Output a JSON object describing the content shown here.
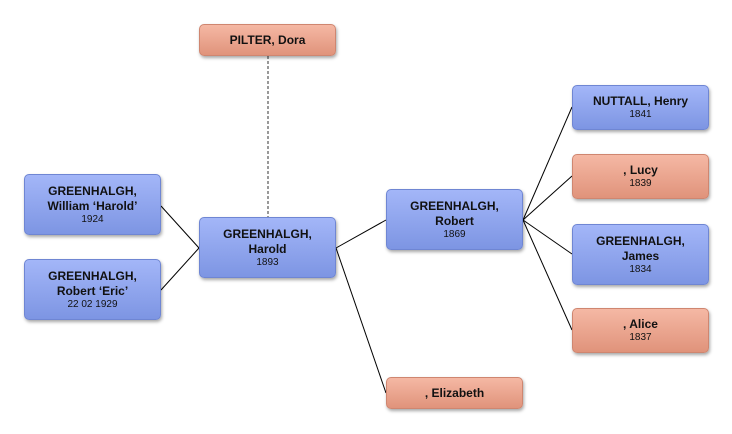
{
  "tree": {
    "spouse": {
      "name": "PILTER, Dora"
    },
    "children": [
      {
        "name_line1": "GREENHALGH,",
        "name_line2": "William ‘Harold’",
        "date": "1924"
      },
      {
        "name_line1": "GREENHALGH,",
        "name_line2": "Robert ‘Eric’",
        "date": "22 02 1929"
      }
    ],
    "subject": {
      "name_line1": "GREENHALGH,",
      "name_line2": "Harold",
      "date": "1893"
    },
    "parents": [
      {
        "name_line1": "GREENHALGH,",
        "name_line2": "Robert",
        "date": "1869"
      },
      {
        "name": ", Elizabeth"
      }
    ],
    "grandparents": [
      {
        "name": "NUTTALL, Henry",
        "date": "1841"
      },
      {
        "name": ", Lucy",
        "date": "1839"
      },
      {
        "name_line1": "GREENHALGH,",
        "name_line2": "James",
        "date": "1834"
      },
      {
        "name": ", Alice",
        "date": "1837"
      }
    ]
  },
  "colors": {
    "male_box": "#8fa5ee",
    "female_box": "#eba48d",
    "connector": "#000000"
  }
}
